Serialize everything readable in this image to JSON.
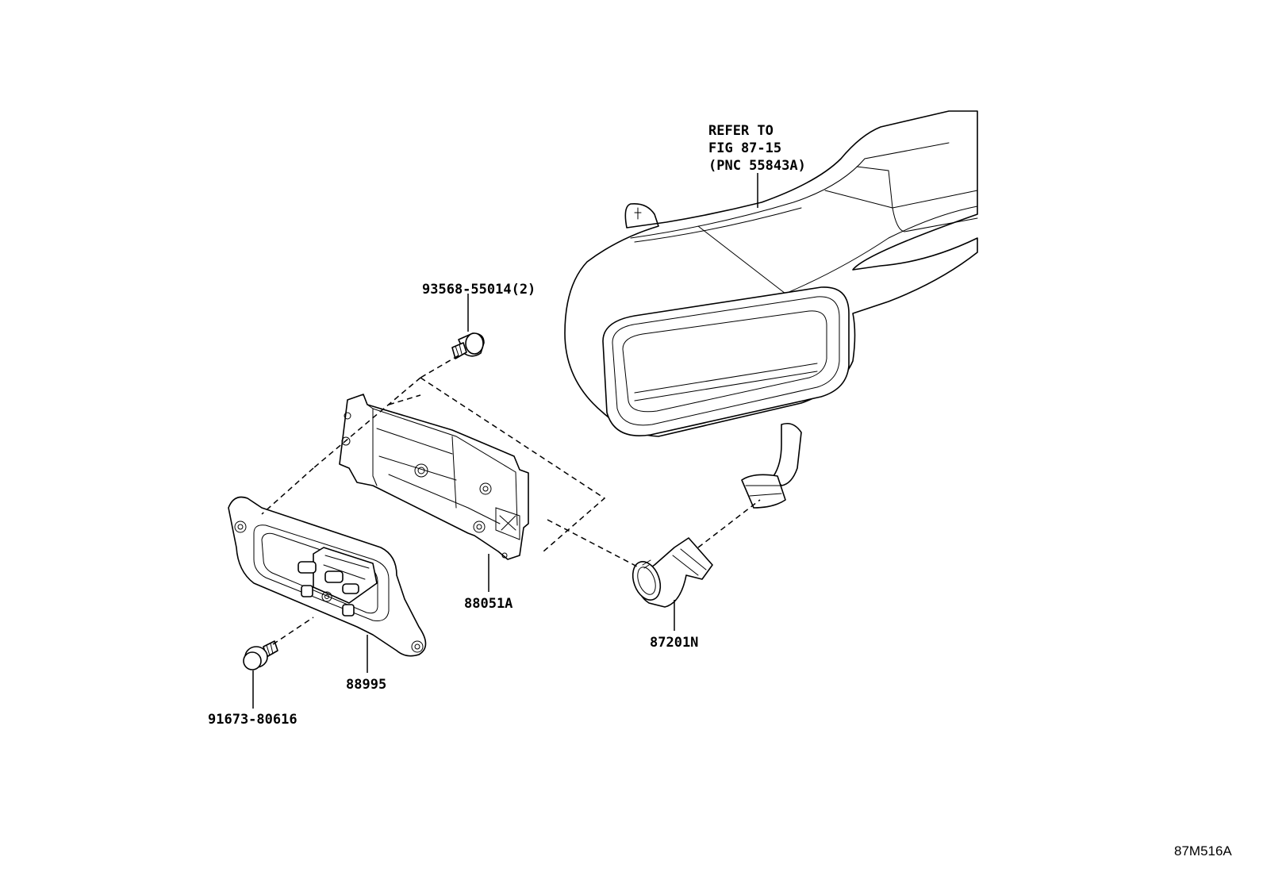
{
  "diagram": {
    "figure_code": "87M516A",
    "reference_note": [
      "REFER TO",
      "FIG 87-15",
      "(PNC 55843A)"
    ],
    "parts": [
      {
        "id": "bolt_top",
        "label": "93568-55014(2)"
      },
      {
        "id": "bracket",
        "label": "88051A"
      },
      {
        "id": "sensor",
        "label": "88995"
      },
      {
        "id": "bolt_bottom",
        "label": "91673-80616"
      },
      {
        "id": "hose",
        "label": "87201N"
      }
    ]
  }
}
